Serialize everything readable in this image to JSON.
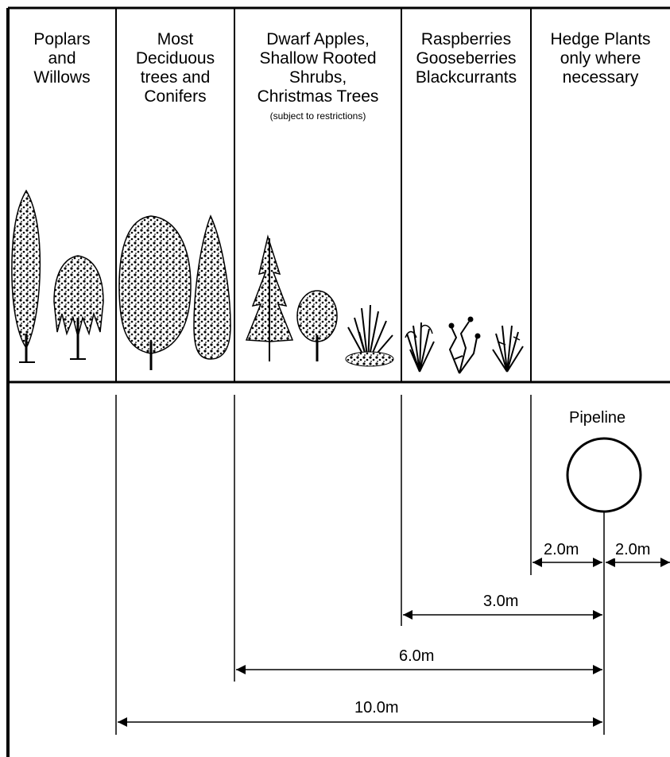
{
  "columns": [
    {
      "lines": [
        "Poplars",
        "and",
        "Willows"
      ],
      "note": ""
    },
    {
      "lines": [
        "Most",
        "Deciduous",
        "trees and",
        "Conifers"
      ],
      "note": ""
    },
    {
      "lines": [
        "Dwarf Apples,",
        "Shallow Rooted",
        "Shrubs,",
        "Christmas Trees"
      ],
      "note": "(subject to restrictions)"
    },
    {
      "lines": [
        "Raspberries",
        "Gooseberries",
        "Blackcurrants"
      ],
      "note": ""
    },
    {
      "lines": [
        "Hedge Plants",
        "only where",
        "necessary"
      ],
      "note": ""
    }
  ],
  "pipeline": {
    "label": "Pipeline"
  },
  "distances": {
    "hedge_left": "2.0m",
    "hedge_right": "2.0m",
    "soft_fruit": "3.0m",
    "shrubs": "6.0m",
    "trees": "10.0m"
  },
  "icons": [
    "poplar-tree-icon",
    "willow-tree-icon",
    "deciduous-tree-icon",
    "conifer-tree-icon",
    "fir-tree-icon",
    "apple-tree-icon",
    "shrub-icon",
    "raspberry-bush-icon",
    "gooseberry-bush-icon",
    "blackcurrant-bush-icon"
  ]
}
